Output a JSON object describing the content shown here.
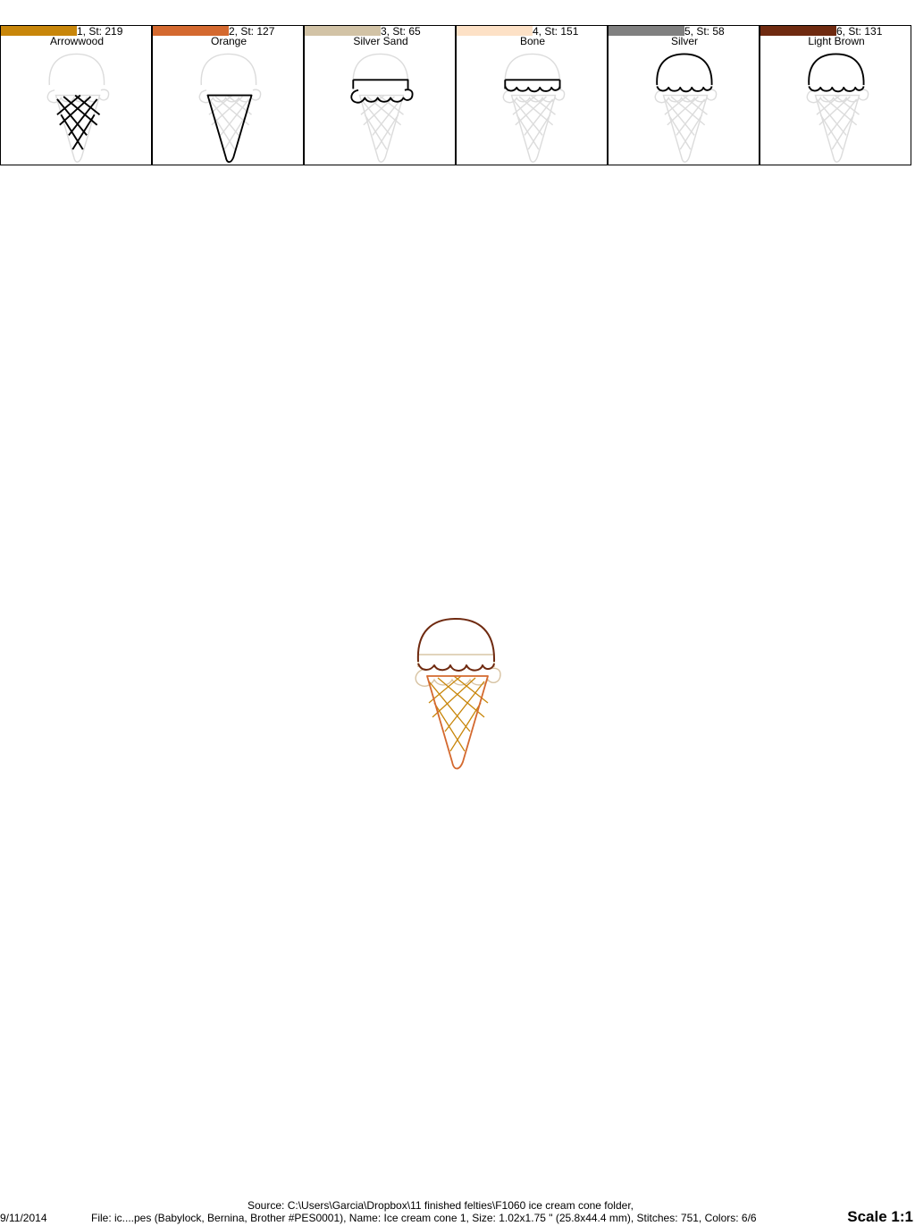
{
  "threads": [
    {
      "label": "1, St: 219",
      "name": "Arrowwood",
      "color": "#C8860A",
      "part": "cone-lattice"
    },
    {
      "label": "2, St: 127",
      "name": "Orange",
      "color": "#D4692F",
      "part": "cone-outline"
    },
    {
      "label": "3, St: 65",
      "name": "Silver Sand",
      "color": "#D2C3A6",
      "part": "band-top"
    },
    {
      "label": "4, St: 151",
      "name": "Bone",
      "color": "#FDE1C6",
      "part": "band-bottom"
    },
    {
      "label": "5, St: 58",
      "name": "Silver",
      "color": "#808080",
      "part": "scoop-light"
    },
    {
      "label": "6, St: 131",
      "name": "Light Brown",
      "color": "#6F2A10",
      "part": "scoop-bold"
    }
  ],
  "footer": {
    "source": "Source: C:\\Users\\Garcia\\Dropbox\\11 finished felties\\F1060 ice cream cone folder,",
    "date": "9/11/2014",
    "file_info": "File: ic....pes (Babylock, Bernina, Brother #PES0001), Name: Ice cream cone 1, Size: 1.02x1.75 \" (25.8x44.4 mm), Stitches: 751, Colors: 6/6",
    "scale": "Scale 1:1"
  }
}
